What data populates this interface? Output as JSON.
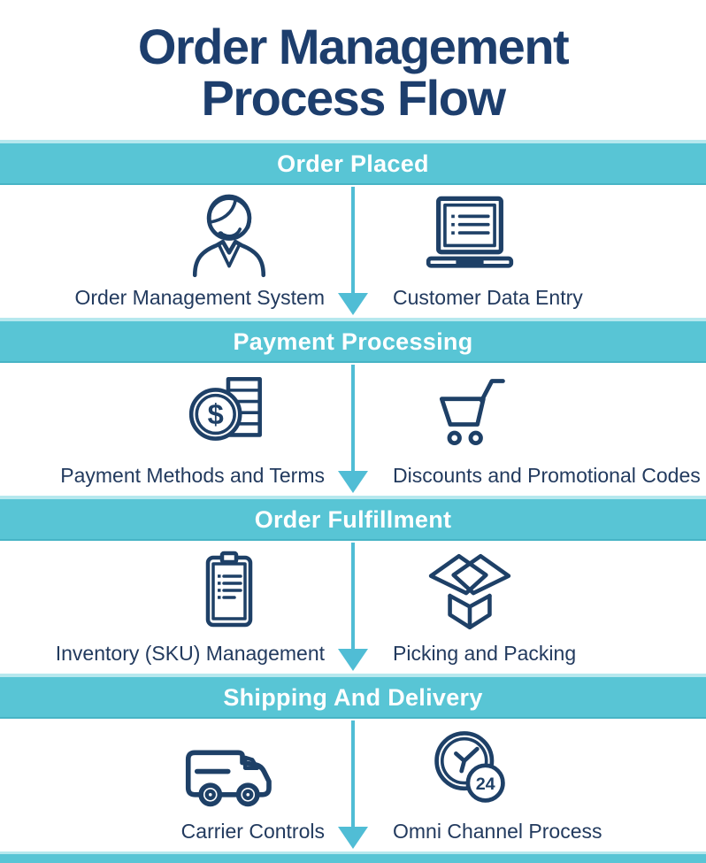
{
  "title": {
    "line1": "Order Management",
    "line2": "Process Flow"
  },
  "sections": [
    {
      "banner": "Order Placed",
      "left": {
        "label": "Order Management System",
        "icon": "agent-headset-icon"
      },
      "right": {
        "label": "Customer Data Entry",
        "icon": "laptop-icon"
      }
    },
    {
      "banner": "Payment Processing",
      "left": {
        "label": "Payment Methods and Terms",
        "icon": "payment-coin-icon"
      },
      "right": {
        "label": "Discounts and Promotional Codes",
        "icon": "shopping-cart-icon"
      }
    },
    {
      "banner": "Order Fulfillment",
      "left": {
        "label": "Inventory (SKU) Management",
        "icon": "clipboard-checklist-icon"
      },
      "right": {
        "label": "Picking and Packing",
        "icon": "open-box-icon"
      }
    },
    {
      "banner": "Shipping And Delivery",
      "left": {
        "label": "Carrier Controls",
        "icon": "delivery-van-icon"
      },
      "right": {
        "label": "Omni Channel Process",
        "icon": "clock-24-icon"
      }
    }
  ],
  "icon_text": {
    "currency": "$",
    "badge": "24"
  },
  "colors": {
    "banner_teal": "#58c5d5",
    "banner_highlight": "#b6e8ee",
    "arrow_teal": "#50bdd5",
    "title_navy": "#1d3e6d",
    "label_navy": "#223a5e",
    "icon_stroke": "#1e4067"
  }
}
